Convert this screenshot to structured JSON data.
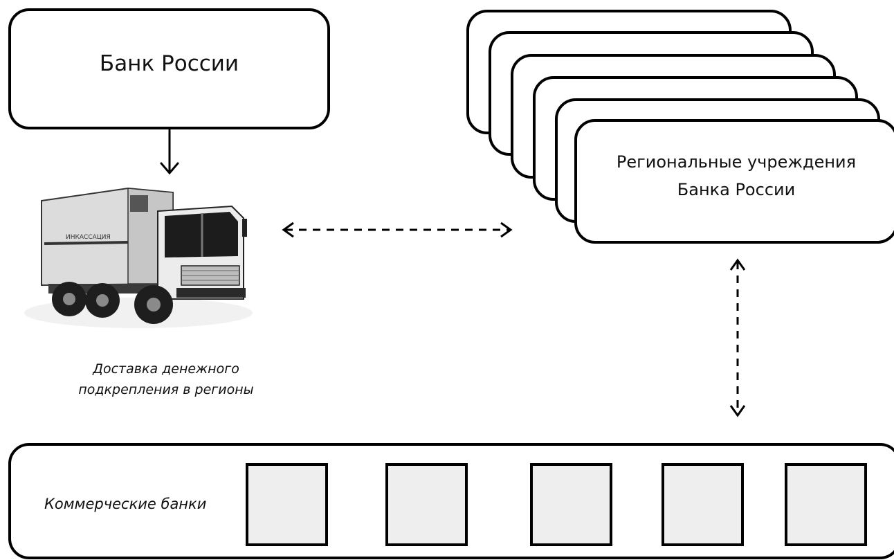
{
  "central_bank": {
    "label": "Банк России"
  },
  "regional_offices": {
    "line1": "Региональные учреждения",
    "line2": "Банка России"
  },
  "truck": {
    "caption_line1": "Доставка денежного",
    "caption_line2": "подкрепления в регионы"
  },
  "commercial_banks": {
    "label": "Коммерческие банки",
    "bank_count": 5
  },
  "colors": {
    "stroke": "#000000",
    "bank_fill": "#eeeeee",
    "truck_cab": "#ececec"
  }
}
